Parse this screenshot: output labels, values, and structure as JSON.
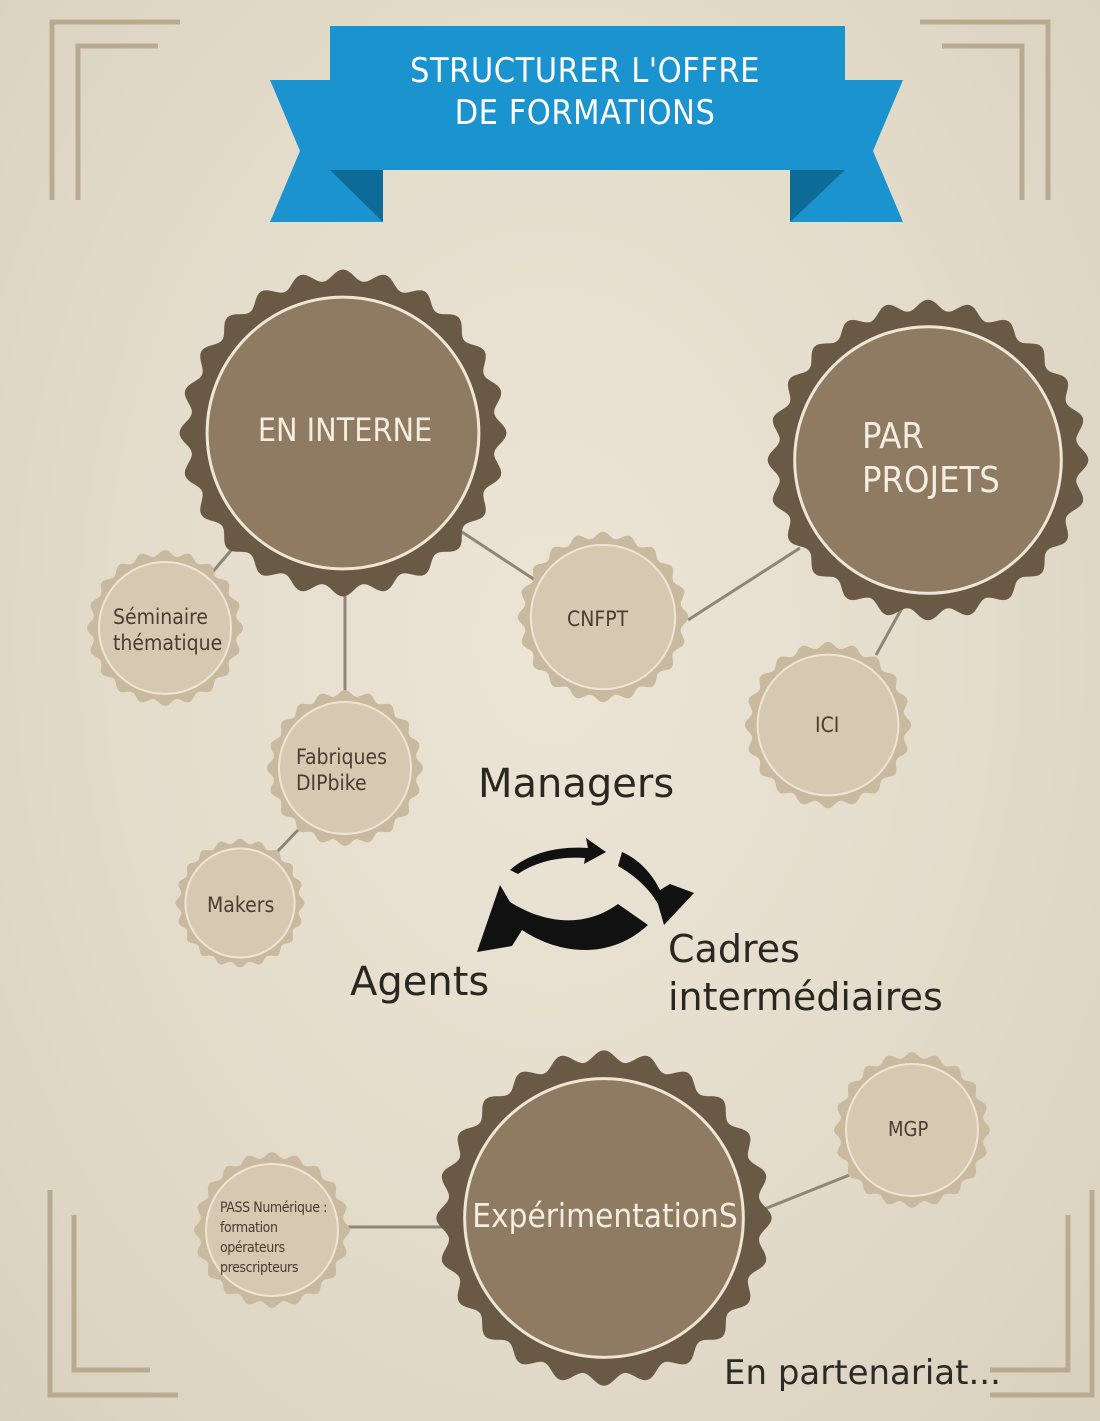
{
  "banner": {
    "title": "STRUCTURER L'OFFRE\nDE FORMATIONS"
  },
  "hubs": {
    "en_interne": "EN INTERNE",
    "par_projets": "PAR\nPROJETS",
    "experimentations": "ExpérimentationS"
  },
  "nodes": {
    "seminaire": "Séminaire\nthématique",
    "fabriques": "Fabriques\nDIPbike",
    "makers": "Makers",
    "cnfpt": "CNFPT",
    "ici": "ICI",
    "mgp": "MGP",
    "pass": "PASS Numérique :\nformation\nopérateurs\nprescripteurs"
  },
  "cycle": {
    "managers": "Managers",
    "cadres": "Cadres\nintermédiaires",
    "agents": "Agents"
  },
  "footer": {
    "partenariat": "En partenariat..."
  },
  "colors": {
    "banner": "#1b93cf",
    "banner_dark": "#0e6a96",
    "hub_outer": "#6a5a45",
    "hub_inner": "#8e7b62",
    "node_outer": "#c9b99e",
    "node_inner": "#d6c9b1",
    "frame": "#b9ab92",
    "connector": "#8f8677"
  }
}
